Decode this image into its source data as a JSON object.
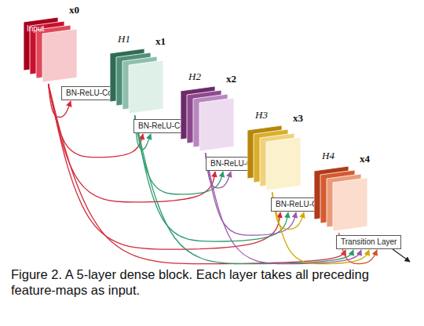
{
  "diagram": {
    "caption": "Figure 2. A 5-layer dense block. Each layer takes all preceding feature-maps as input.",
    "nodes": [
      {
        "text": [
          "Input",
          "x0"
        ]
      },
      {
        "text": [
          "BN-ReLU-Conv"
        ]
      },
      {
        "text": [
          "x1"
        ]
      },
      {
        "text": [
          "BN-ReLU-Conv"
        ]
      },
      {
        "text": [
          "x2"
        ]
      },
      {
        "text": [
          "BN-ReLU-Conv"
        ]
      },
      {
        "text": [
          "x3"
        ]
      },
      {
        "text": [
          "BN-ReLU-Conv"
        ]
      },
      {
        "text": [
          "x4"
        ]
      },
      {
        "text": [
          "Transition Layer"
        ]
      }
    ],
    "edges": [
      {
        "from": 0,
        "to": 1,
        "arrow": "to"
      },
      {
        "from": 0,
        "to": 3,
        "arrow": "to"
      },
      {
        "from": 0,
        "to": 5,
        "arrow": "to"
      },
      {
        "from": 0,
        "to": 7,
        "arrow": "to"
      },
      {
        "from": 0,
        "to": 9,
        "arrow": "to"
      },
      {
        "from": 2,
        "to": 3,
        "arrow": "to"
      },
      {
        "from": 2,
        "to": 5,
        "arrow": "to"
      },
      {
        "from": 2,
        "to": 7,
        "arrow": "to"
      },
      {
        "from": 2,
        "to": 9,
        "arrow": "to"
      },
      {
        "from": 4,
        "to": 5,
        "arrow": "to"
      },
      {
        "from": 4,
        "to": 7,
        "arrow": "to"
      },
      {
        "from": 4,
        "to": 9,
        "arrow": "to"
      },
      {
        "from": 6,
        "to": 7,
        "arrow": "to"
      },
      {
        "from": 6,
        "to": 9,
        "arrow": "to"
      },
      {
        "from": 8,
        "to": 9,
        "arrow": "to"
      }
    ],
    "labels": [
      "H1",
      "H2",
      "H3",
      "H4"
    ]
  }
}
